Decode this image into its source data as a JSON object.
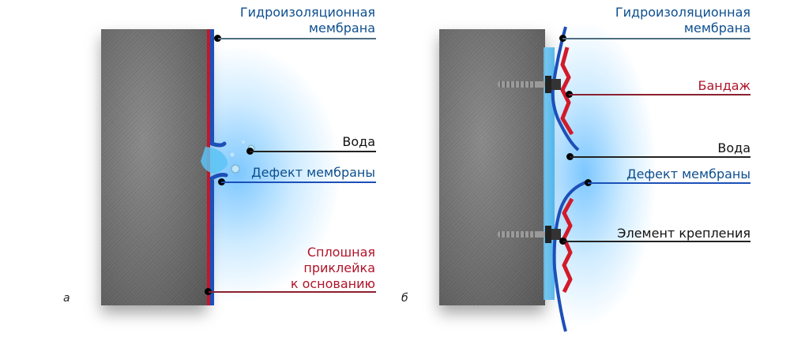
{
  "colors": {
    "membrane": "#1c4fb8",
    "adhesive": "#c0182c",
    "bandage": "#d21a2a",
    "water": "#4fb6f0",
    "label_blue": "#0d4f8f",
    "label_red": "#b0142a",
    "label_black": "#111111"
  },
  "panel_a": {
    "tag": "а",
    "labels": {
      "membrane": "Гидроизоляционная мембрана",
      "membrane_line1": "Гидроизоляционная",
      "membrane_line2": "мембрана",
      "water": "Вода",
      "defect": "Дефект мембраны",
      "adhesion_line1": "Сплошная",
      "adhesion_line2": "приклейка",
      "adhesion_line3": "к основанию"
    }
  },
  "panel_b": {
    "tag": "б",
    "labels": {
      "membrane_line1": "Гидроизоляционная",
      "membrane_line2": "мембрана",
      "bandage": "Бандаж",
      "water": "Вода",
      "defect": "Дефект мембраны",
      "fastener": "Элемент крепления"
    }
  }
}
